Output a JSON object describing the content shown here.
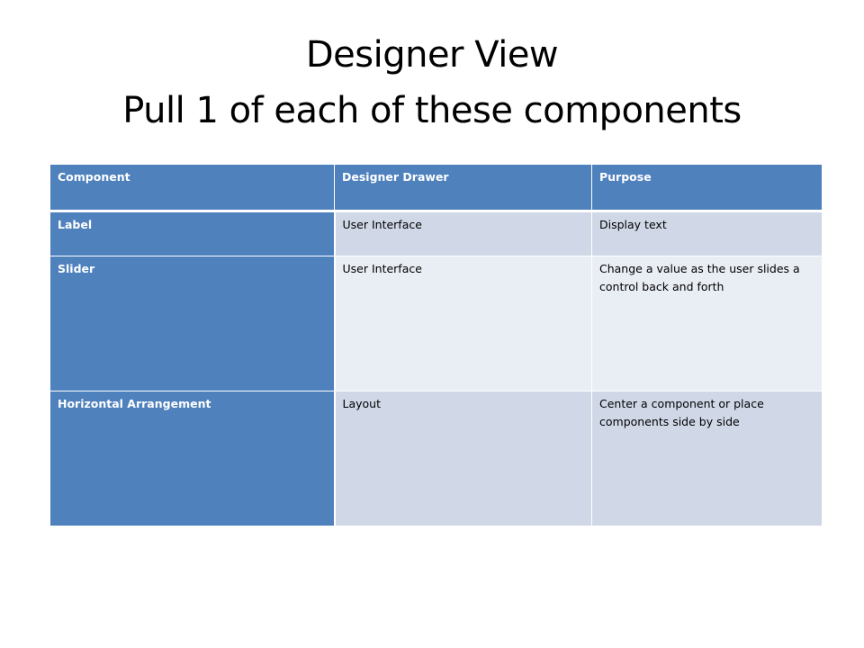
{
  "title": {
    "line1": "Designer View",
    "line2": "Pull 1 of each of these components"
  },
  "table": {
    "headers": [
      "Component",
      "Designer Drawer",
      "Purpose"
    ],
    "rows": [
      {
        "component": "Label",
        "drawer": "User Interface",
        "purpose": "Display text"
      },
      {
        "component": "Slider",
        "drawer": "User Interface",
        "purpose": "Change a value as the user slides a control back and forth"
      },
      {
        "component": "Horizontal Arrangement",
        "drawer": "Layout",
        "purpose": "Center a component  or place components  side by side"
      }
    ]
  },
  "colors": {
    "header_blue": "#4f81bd",
    "row_band_dark": "#d0d8e8",
    "row_band_light": "#e9edf4"
  }
}
